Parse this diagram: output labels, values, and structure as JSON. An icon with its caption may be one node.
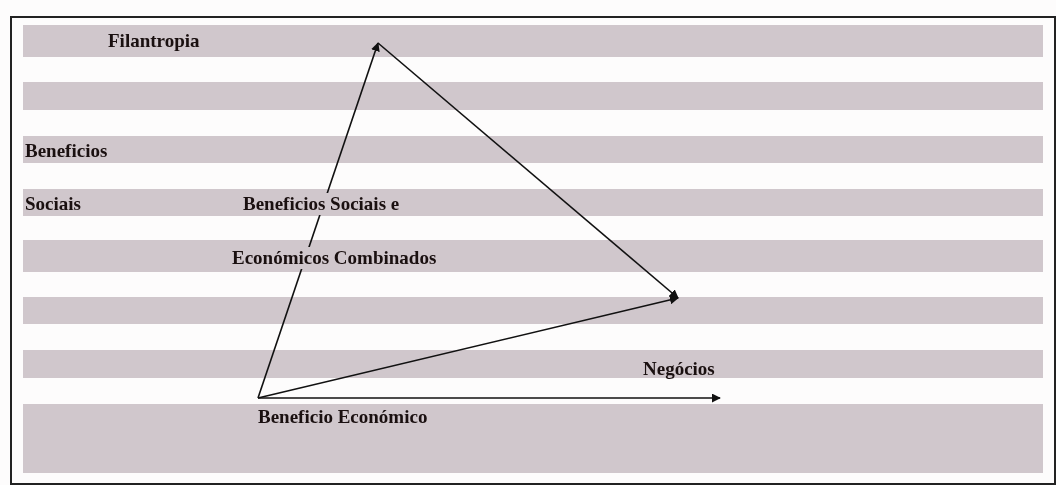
{
  "diagram": {
    "nodes": [
      {
        "text": [
          "Filantropia"
        ]
      },
      {
        "text": [
          "Negócios"
        ]
      },
      {
        "text": [
          "Beneficio Económico"
        ]
      }
    ],
    "edges": [
      {
        "from": 2,
        "to": 0,
        "arrow": "to"
      },
      {
        "from": 0,
        "to": null,
        "arrow": "to"
      },
      {
        "from": 2,
        "to": null,
        "arrow": "to"
      },
      {
        "from": 2,
        "to": 1,
        "arrow": "to"
      }
    ],
    "labels": [
      "Beneficios",
      "Sociais",
      "Beneficios Sociais e",
      "Económicos Combinados"
    ]
  }
}
